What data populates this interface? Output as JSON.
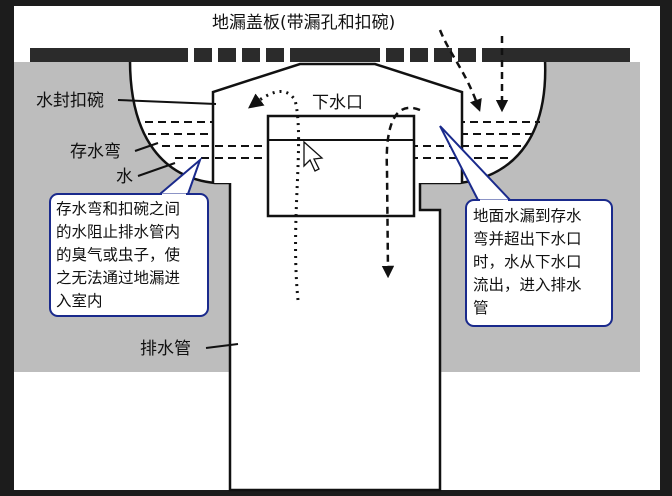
{
  "labels": {
    "cover": "地漏盖板(带漏孔和扣碗)",
    "seal_bowl": "水封扣碗",
    "outlet": "下水口",
    "trap": "存水弯",
    "water": "水",
    "drain_pipe": "排水管"
  },
  "callout_left": {
    "lines": [
      "存水弯和扣碗之间",
      "的水阻止排水管内",
      "的臭气或虫子，使",
      "之无法通过地漏进",
      "入室内"
    ]
  },
  "callout_right": {
    "lines": [
      "地面水漏到存水",
      "弯并超出下水口",
      "时，水从下水口",
      "流出，进入排水",
      "管"
    ]
  },
  "colors": {
    "background": "#1c1c1c",
    "floor": "#bdbdbd",
    "canvas": "#ffffff",
    "callout_border": "#1a2a8c",
    "ink": "#111111"
  }
}
